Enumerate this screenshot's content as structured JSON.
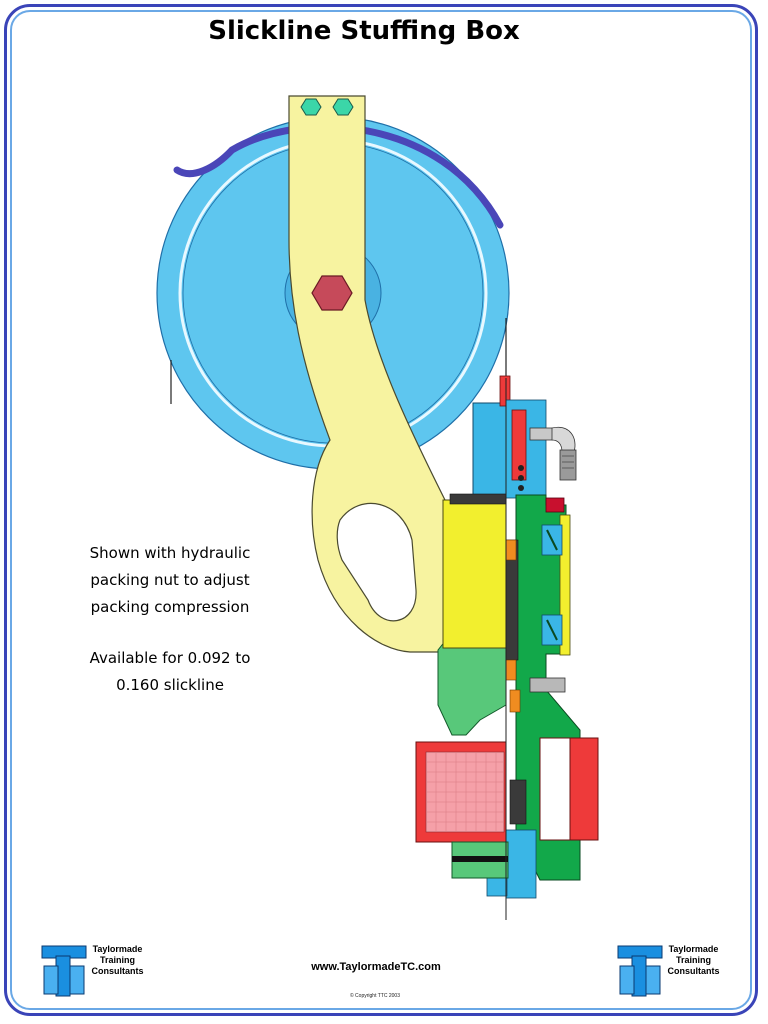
{
  "title": "Slickline Stuffing Box",
  "caption": {
    "lines_a": [
      "Shown with hydraulic",
      "packing nut to adjust",
      "packing compression"
    ],
    "lines_b": [
      "Available for 0.092 to",
      "0.160 slickline"
    ]
  },
  "footer": {
    "url": "www.TaylormadeTC.com",
    "copyright": "© Copyright TTC 2003"
  },
  "logo": {
    "lines": [
      "Taylormade",
      "Training",
      "Consultants"
    ],
    "icon": "ttc-logo-icon"
  },
  "colors": {
    "frame_outer": "#3a44b8",
    "frame_inner": "#6aa8e6",
    "sheave": "#5ec6ef",
    "arm": "#f7f3a0",
    "packing_nut": "#f2ef2e",
    "body": "#12a84a",
    "stem": "#3ab6e6",
    "union_nut": "#ee3a3a",
    "hex_bolt": "#c64a5a",
    "guide_bolt": "#3bd6a8",
    "wire_guard": "#4a46b8"
  }
}
